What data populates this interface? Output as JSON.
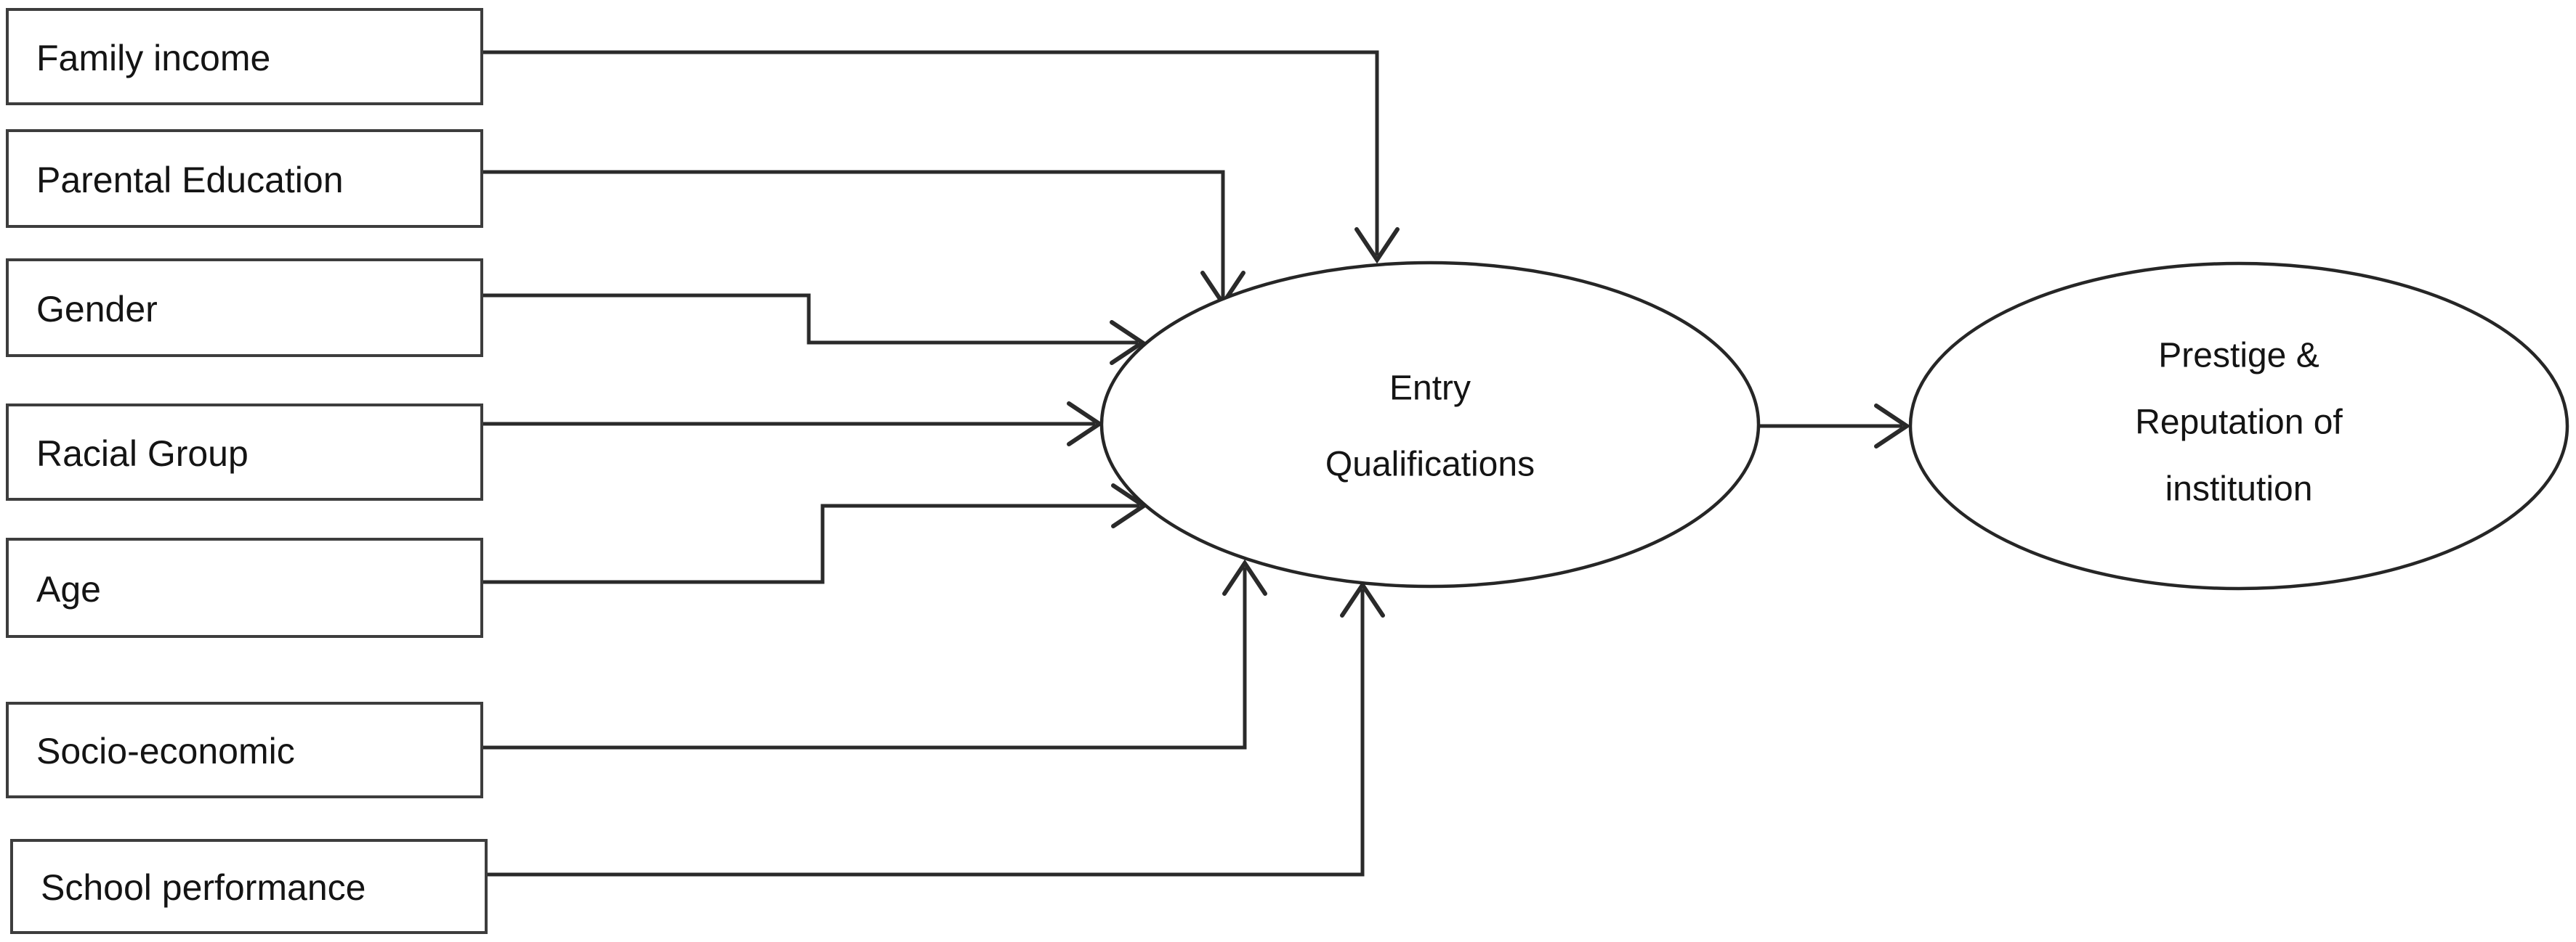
{
  "figure": {
    "type": "path-diagram",
    "background": "#ffffff",
    "line_color": "#2a2a2a",
    "box_border_color": "#3d3d3d",
    "text_color": "#141414",
    "boxes": [
      {
        "label": "Family income"
      },
      {
        "label": "Parental Education"
      },
      {
        "label": "Gender"
      },
      {
        "label": "Racial Group"
      },
      {
        "label": "Age"
      },
      {
        "label": "Socio-economic"
      },
      {
        "label": "School performance"
      }
    ],
    "entry_node": {
      "label": "Entry Qualifications",
      "lines": [
        "Entry",
        "Qualifications"
      ]
    },
    "outcome_node": {
      "label": "Prestige & Reputation of institution",
      "lines": [
        "Prestige &",
        "Reputation of",
        "institution"
      ]
    },
    "edges": [
      {
        "from": "Family income",
        "to": "Entry Qualifications"
      },
      {
        "from": "Parental Education",
        "to": "Entry Qualifications"
      },
      {
        "from": "Gender",
        "to": "Entry Qualifications"
      },
      {
        "from": "Racial Group",
        "to": "Entry Qualifications"
      },
      {
        "from": "Age",
        "to": "Entry Qualifications"
      },
      {
        "from": "Socio-economic",
        "to": "Entry Qualifications"
      },
      {
        "from": "School performance",
        "to": "Entry Qualifications"
      },
      {
        "from": "Entry Qualifications",
        "to": "Prestige & Reputation of institution"
      }
    ]
  }
}
